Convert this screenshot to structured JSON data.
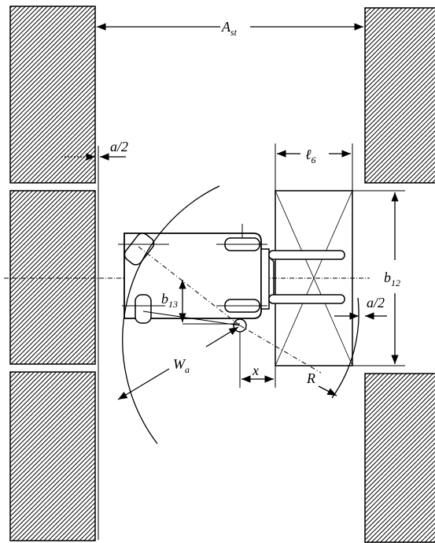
{
  "labels": {
    "aisle_width": "A",
    "aisle_width_sub": "st",
    "clearance_left": "a/2",
    "clearance_right": "a/2",
    "load_length": "ℓ",
    "load_length_sub": "6",
    "load_width": "b",
    "load_width_sub": "12",
    "wheel_offset": "b",
    "wheel_offset_sub": "13",
    "turning_radius_wheelbase": "W",
    "turning_radius_wheelbase_sub": "a",
    "turning_radius": "R",
    "load_distance": "x"
  },
  "colors": {
    "ink": "#000000",
    "hatch_bg": "#ffffff"
  }
}
